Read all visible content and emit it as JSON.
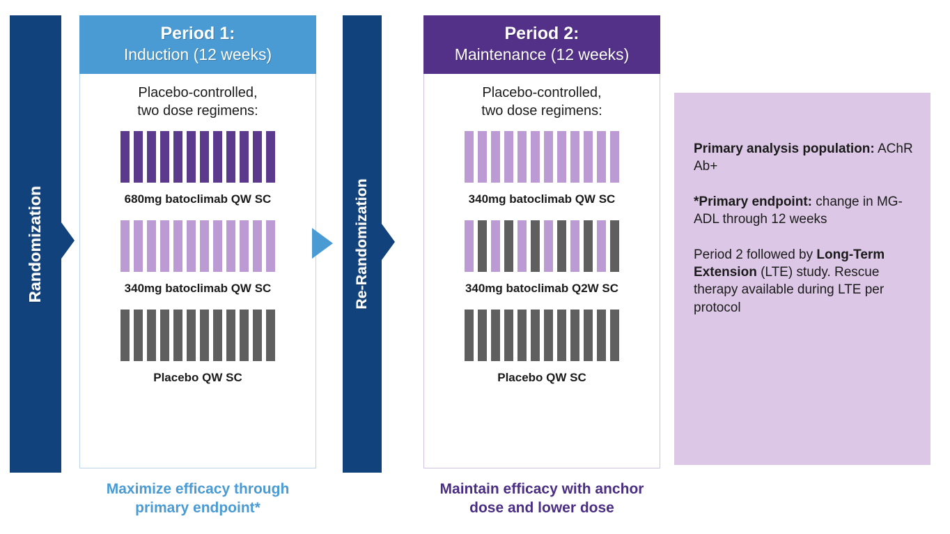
{
  "randomization": {
    "left_bar_label": "Randomization",
    "middle_bar_label": "Re-Randomization",
    "bar_color": "#12427B",
    "connector_arrow_color": "#4A9BD4"
  },
  "periods": [
    {
      "id": "period-1",
      "header_line1": "Period 1:",
      "header_line2": "Induction (12 weeks)",
      "header_color": "#4A9BD4",
      "intro_line1": "Placebo-controlled,",
      "intro_line2": "two dose regimens:",
      "caption_line1": "Maximize efficacy through",
      "caption_line2": "primary endpoint*",
      "caption_color": "#4A9BD4",
      "arms": [
        {
          "label": "680mg batoclimab QW SC",
          "tick_count": 12,
          "pattern": "solid",
          "color": "#5B3A8E"
        },
        {
          "label": "340mg batoclimab QW SC",
          "tick_count": 12,
          "pattern": "solid",
          "color": "#BC9BD4"
        },
        {
          "label": "Placebo QW SC",
          "tick_count": 12,
          "pattern": "solid",
          "color": "#5F5F5F"
        }
      ]
    },
    {
      "id": "period-2",
      "header_line1": "Period 2:",
      "header_line2": "Maintenance (12 weeks)",
      "header_color": "#533189",
      "intro_line1": "Placebo-controlled,",
      "intro_line2": "two dose regimens:",
      "caption_line1": "Maintain efficacy with anchor",
      "caption_line2": "dose and lower dose",
      "caption_color": "#4A2E83",
      "arms": [
        {
          "label": "340mg batoclimab QW SC",
          "tick_count": 12,
          "pattern": "solid",
          "color": "#BC9BD4"
        },
        {
          "label": "340mg batoclimab Q2W SC",
          "tick_count": 12,
          "pattern": "alternating",
          "color": "#BC9BD4",
          "alt_color": "#5F5F5F"
        },
        {
          "label": "Placebo QW SC",
          "tick_count": 12,
          "pattern": "solid",
          "color": "#5F5F5F"
        }
      ]
    }
  ],
  "info_panel": {
    "background_color": "#DCC8E6",
    "blocks": [
      {
        "bold_lead": "Primary analysis population:",
        "rest": " AChR Ab+"
      },
      {
        "bold_lead": "*Primary endpoint:",
        "rest": " change in MG-ADL through 12 weeks"
      },
      {
        "pre": "Period 2 followed by ",
        "bold_mid": "Long-Term Extension",
        "post": " (LTE) study. Rescue therapy available during LTE per protocol"
      }
    ]
  }
}
